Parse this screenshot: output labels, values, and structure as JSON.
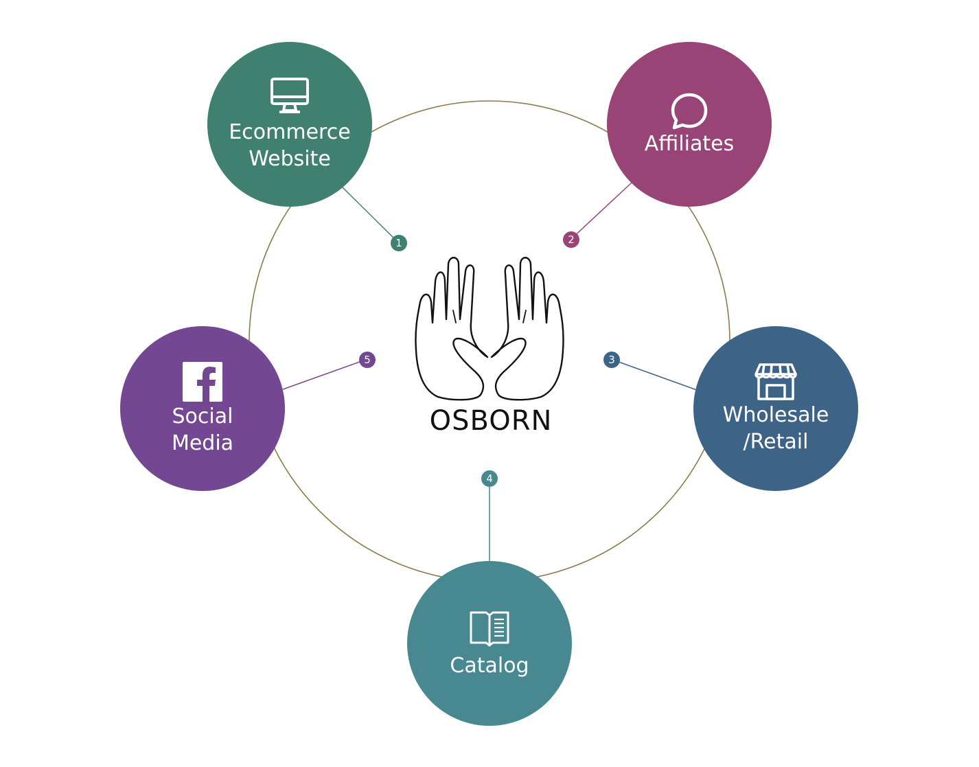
{
  "brand": {
    "name": "OSBORN",
    "logo_icon": "osborn-hands-logo"
  },
  "ring_color": "#8a7a4a",
  "channels": [
    {
      "number": "1",
      "label": "Ecommerce\nWebsite",
      "icon": "monitor-icon",
      "color": "#3f8071"
    },
    {
      "number": "2",
      "label": "Affiliates",
      "icon": "chat-bubble-icon",
      "color": "#984477"
    },
    {
      "number": "3",
      "label": "Wholesale\n/Retail",
      "icon": "storefront-icon",
      "color": "#3d6487"
    },
    {
      "number": "4",
      "label": "Catalog",
      "icon": "open-book-icon",
      "color": "#478891"
    },
    {
      "number": "5",
      "label": "Social\nMedia",
      "icon": "facebook-icon",
      "color": "#734791"
    }
  ]
}
